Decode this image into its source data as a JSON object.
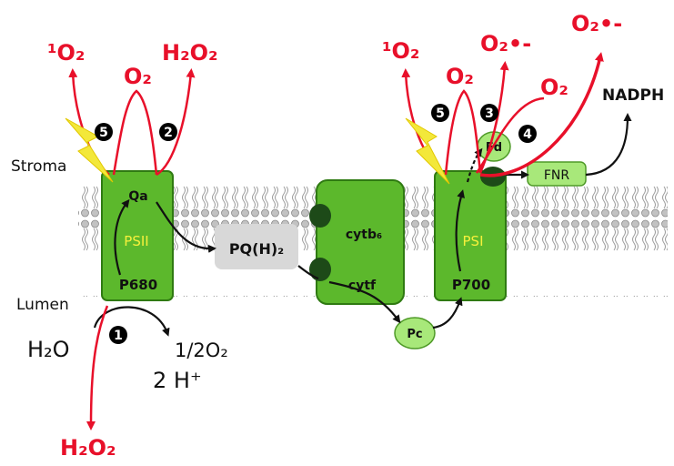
{
  "colors": {
    "red": "#e8102a",
    "complex_green": "#5cb82c",
    "complex_border": "#2f7a12",
    "light_green": "#a8e87a",
    "dark_green": "#1d4a18",
    "bolt_yellow": "#f3e83a",
    "membrane_gray": "#b8b8b8",
    "pq_gray": "#d8d8d8"
  },
  "labels": {
    "stroma": "Stroma",
    "lumen": "Lumen",
    "water": "H₂O",
    "half_o2": "1/2O₂",
    "protons": "2 H⁺",
    "h2o2_bottom": "H₂O₂",
    "psii": "PSII",
    "qa": "Qa",
    "p680": "P680",
    "pq": "PQ(H)₂",
    "cytb6": "cytb₆",
    "cytf": "cytf",
    "pc": "Pc",
    "psi": "PSI",
    "p700": "P700",
    "fd": "Fd",
    "fnr": "FNR",
    "nadph": "NADPH"
  },
  "ros_top": {
    "singlet_o2_left": "¹O₂",
    "o2_left": "O₂",
    "h2o2_left": "H₂O₂",
    "singlet_o2_right": "¹O₂",
    "o2_right": "O₂",
    "superoxide_1": "O₂•-",
    "o2_psi": "O₂",
    "superoxide_2": "O₂•-"
  },
  "markers": [
    "1",
    "2",
    "3",
    "4",
    "5",
    "5"
  ]
}
